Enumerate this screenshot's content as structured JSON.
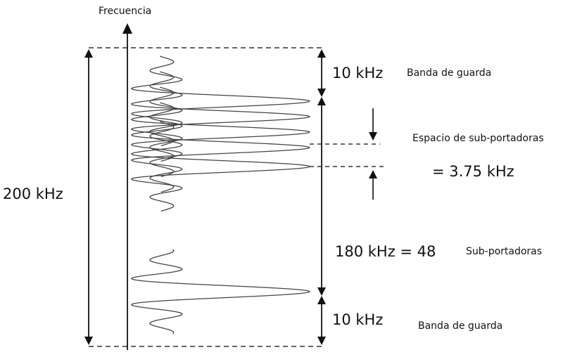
{
  "labels": {
    "axis_title": "Frecuencia",
    "total_bandwidth": "200 kHz",
    "guard_top_size": "10 kHz",
    "guard_top_label": "Banda de guarda",
    "spacing_label": "Espacio de sub-portadoras",
    "spacing_value": "= 3.75 kHz",
    "carrier_band": "180 kHz = 48",
    "carrier_label": "Sub-portadoras",
    "guard_bottom_size": "10 kHz",
    "guard_bottom_label": "Banda de guarda"
  },
  "colors": {
    "ink": "#111111",
    "wave": "#444444"
  }
}
